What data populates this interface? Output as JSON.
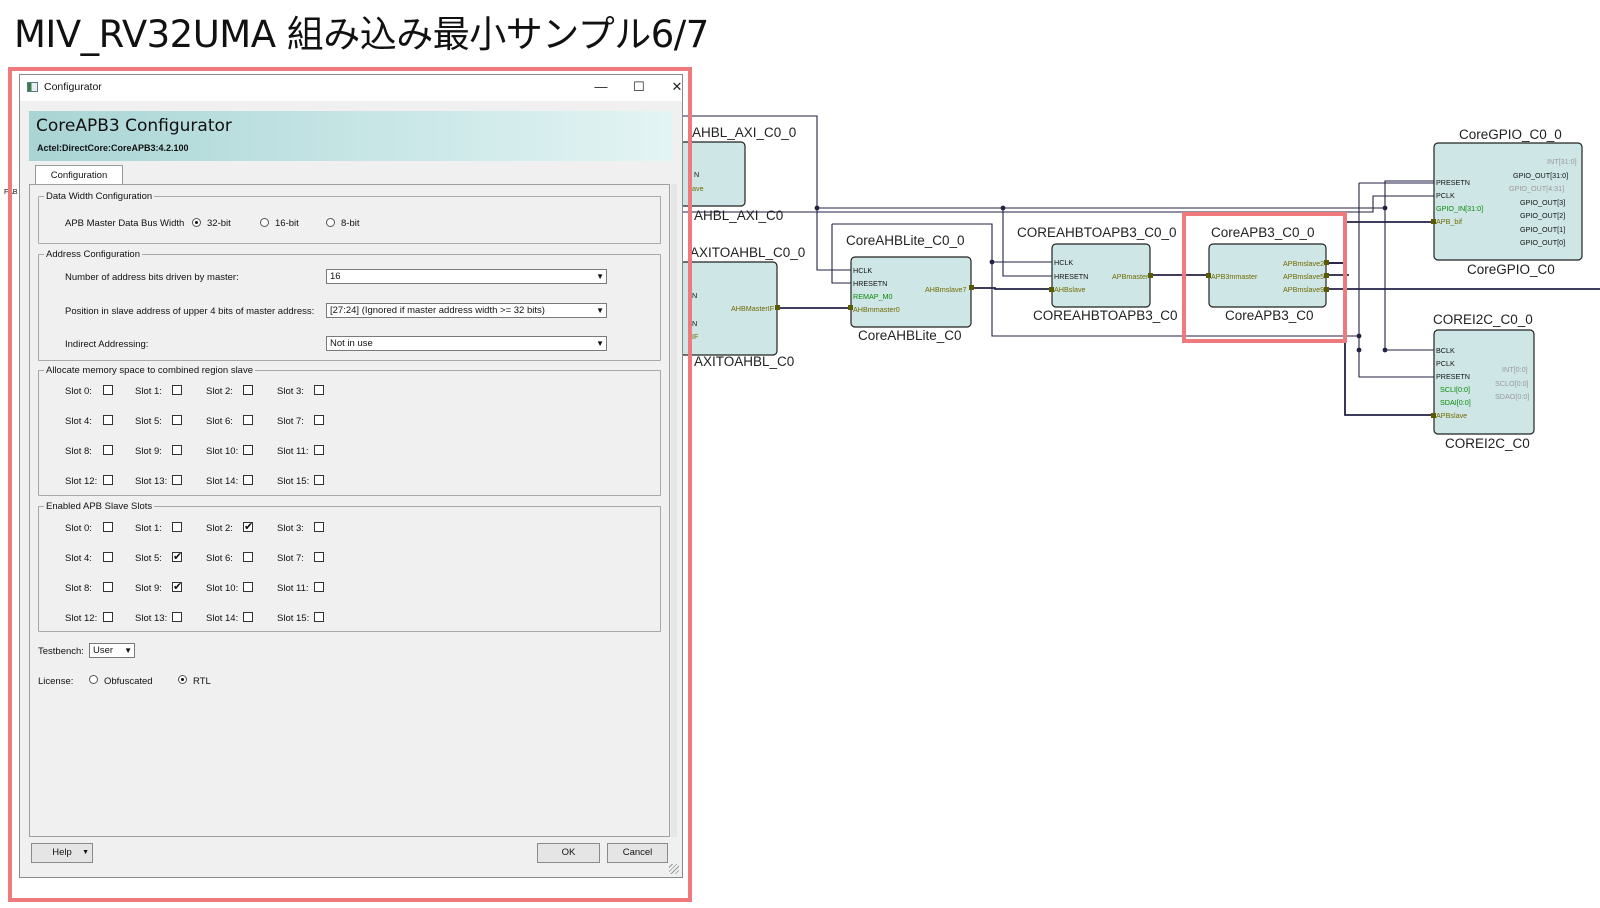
{
  "slide_title": "MIV_RV32UMA 組み込み最小サンプル6/7",
  "dialog": {
    "window_title": "Configurator",
    "header_title": "CoreAPB3 Configurator",
    "header_subtitle": "Actel:DirectCore:CoreAPB3:4.2.100",
    "tab_label": "Configuration",
    "data_width": {
      "legend": "Data Width Configuration",
      "label": "APB Master Data Bus Width",
      "options": [
        "32-bit",
        "16-bit",
        "8-bit"
      ],
      "selected": "32-bit"
    },
    "address": {
      "legend": "Address Configuration",
      "bits_label": "Number of address bits driven by master:",
      "bits_value": "16",
      "position_label": "Position in slave address of upper 4 bits of master address:",
      "position_value": "[27:24] (Ignored if master address width >= 32 bits)",
      "indirect_label": "Indirect Addressing:",
      "indirect_value": "Not in use"
    },
    "allocate": {
      "legend": "Allocate memory space to combined region slave",
      "slots": [
        {
          "label": "Slot 0:",
          "checked": false
        },
        {
          "label": "Slot 1:",
          "checked": false
        },
        {
          "label": "Slot 2:",
          "checked": false
        },
        {
          "label": "Slot 3:",
          "checked": false
        },
        {
          "label": "Slot 4:",
          "checked": false
        },
        {
          "label": "Slot 5:",
          "checked": false
        },
        {
          "label": "Slot 6:",
          "checked": false
        },
        {
          "label": "Slot 7:",
          "checked": false
        },
        {
          "label": "Slot 8:",
          "checked": false
        },
        {
          "label": "Slot 9:",
          "checked": false
        },
        {
          "label": "Slot 10:",
          "checked": false
        },
        {
          "label": "Slot 11:",
          "checked": false
        },
        {
          "label": "Slot 12:",
          "checked": false
        },
        {
          "label": "Slot 13:",
          "checked": false
        },
        {
          "label": "Slot 14:",
          "checked": false
        },
        {
          "label": "Slot 15:",
          "checked": false
        }
      ]
    },
    "enabled": {
      "legend": "Enabled APB Slave Slots",
      "slots": [
        {
          "label": "Slot 0:",
          "checked": false
        },
        {
          "label": "Slot 1:",
          "checked": false
        },
        {
          "label": "Slot 2:",
          "checked": true
        },
        {
          "label": "Slot 3:",
          "checked": false
        },
        {
          "label": "Slot 4:",
          "checked": false
        },
        {
          "label": "Slot 5:",
          "checked": true
        },
        {
          "label": "Slot 6:",
          "checked": false
        },
        {
          "label": "Slot 7:",
          "checked": false
        },
        {
          "label": "Slot 8:",
          "checked": false
        },
        {
          "label": "Slot 9:",
          "checked": true
        },
        {
          "label": "Slot 10:",
          "checked": false
        },
        {
          "label": "Slot 11:",
          "checked": false
        },
        {
          "label": "Slot 12:",
          "checked": false
        },
        {
          "label": "Slot 13:",
          "checked": false
        },
        {
          "label": "Slot 14:",
          "checked": false
        },
        {
          "label": "Slot 15:",
          "checked": false
        }
      ]
    },
    "testbench_label": "Testbench:",
    "testbench_value": "User",
    "license_label": "License:",
    "license_options": [
      "Obfuscated",
      "RTL"
    ],
    "license_selected": "RTL",
    "help_label": "Help",
    "ok_label": "OK",
    "cancel_label": "Cancel"
  },
  "schematic": {
    "edge_label": "FAB",
    "ahbl_axi": {
      "title": "AHBL_AXI_C0_0",
      "name": "AHBL_AXI_C0",
      "pins": [
        "N",
        "ave"
      ]
    },
    "axitoahbl": {
      "title": "AXITOAHBL_C0_0",
      "name": "AXITOAHBL_C0",
      "pins": [
        "N",
        "N",
        "IF"
      ],
      "out_pin": "AHBMasterIF"
    },
    "ahblite": {
      "title": "CoreAHBLite_C0_0",
      "name": "CoreAHBLite_C0",
      "pins": [
        "HCLK",
        "HRESETN",
        "REMAP_M0",
        "AHBmmaster0"
      ],
      "out_pin": "AHBmslave7"
    },
    "ahbtoapb": {
      "title": "COREAHBTOAPB3_C0_0",
      "name": "COREAHBTOAPB3_C0",
      "pins": [
        "HCLK",
        "HRESETN",
        "AHBslave"
      ],
      "out_pin": "APBmaster"
    },
    "apb3": {
      "title": "CoreAPB3_C0_0",
      "name": "CoreAPB3_C0",
      "in_pin": "APB3mmaster",
      "out_pins": [
        "APBmslave2",
        "APBmslave5",
        "APBmslave9"
      ]
    },
    "gpio": {
      "title": "CoreGPIO_C0_0",
      "name": "CoreGPIO_C0",
      "in_pins": [
        "PRESETN",
        "PCLK",
        "GPIO_IN[31:0]",
        "APB_bif"
      ],
      "out_pins": [
        "INT[31:0]",
        "GPIO_OUT[31:0]",
        "GPIO_OUT[4:31]",
        "GPIO_OUT[3]",
        "GPIO_OUT[2]",
        "GPIO_OUT[1]",
        "GPIO_OUT[0]"
      ]
    },
    "i2c": {
      "title": "COREI2C_C0_0",
      "name": "COREI2C_C0",
      "in_pins": [
        "BCLK",
        "PCLK",
        "PRESETN",
        "SCLI[0:0]",
        "SDAI[0:0]",
        "APBslave"
      ],
      "out_pins": [
        "INT[0:0]",
        "SCLO[0:0]",
        "SDAO[0:0]"
      ]
    }
  }
}
